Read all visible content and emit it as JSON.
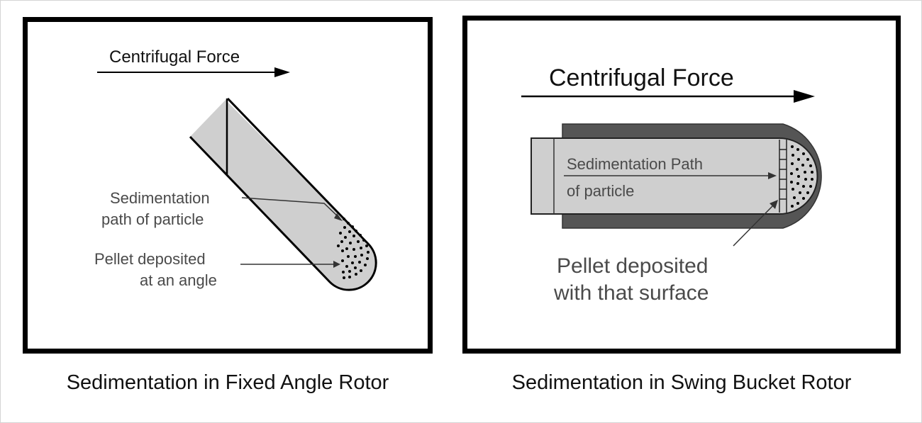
{
  "left_panel": {
    "force_label": "Centrifugal Force",
    "sed_label_line1": "Sedimentation",
    "sed_label_line2": "path of particle",
    "pellet_label_line1": "Pellet deposited",
    "pellet_label_line2": "at an angle",
    "caption": "Sedimentation in Fixed Angle Rotor"
  },
  "right_panel": {
    "force_label": "Centrifugal Force",
    "sed_label_line1": "Sedimentation Path",
    "sed_label_line2": "of particle",
    "pellet_label_line1": "Pellet deposited",
    "pellet_label_line2": "with that surface",
    "caption": "Sedimentation in Swing Bucket Rotor"
  },
  "colors": {
    "frame": "#000000",
    "tube_fill": "#cfcfcf",
    "tube_wall": "#555555",
    "label_text": "#4a4a4a"
  }
}
